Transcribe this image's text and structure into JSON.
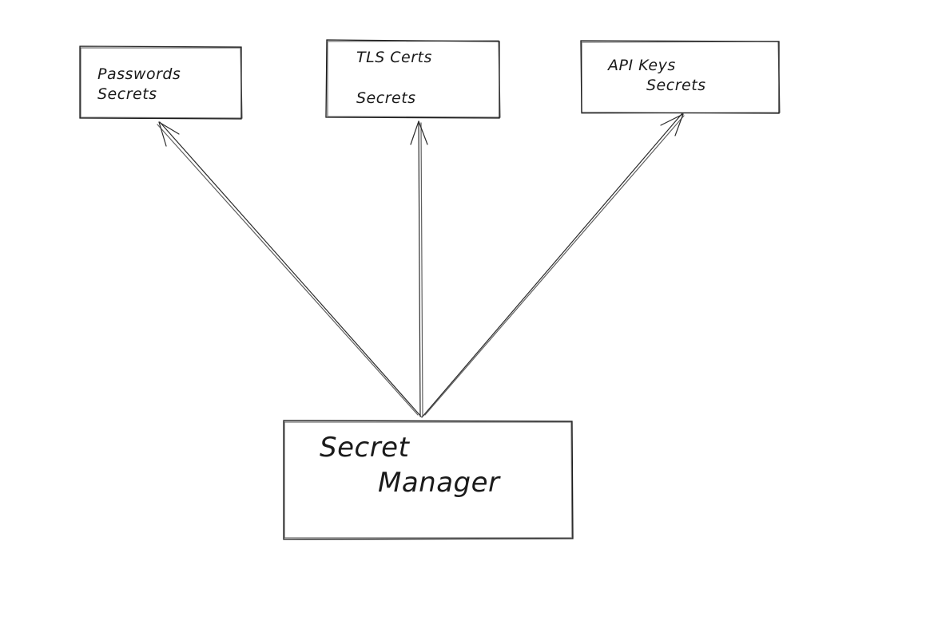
{
  "diagram": {
    "nodes": {
      "passwords": {
        "line1": "Passwords",
        "line2": "Secrets"
      },
      "tls": {
        "line1": "TLS Certs",
        "line2": "Secrets"
      },
      "api": {
        "line1": "API Keys",
        "line2": "Secrets"
      },
      "manager": {
        "line1": "Secret",
        "line2": "Manager"
      }
    },
    "edges": [
      {
        "from": "manager",
        "to": "passwords",
        "arrow": "to"
      },
      {
        "from": "manager",
        "to": "tls",
        "arrow": "to"
      },
      {
        "from": "manager",
        "to": "api",
        "arrow": "to"
      }
    ]
  }
}
